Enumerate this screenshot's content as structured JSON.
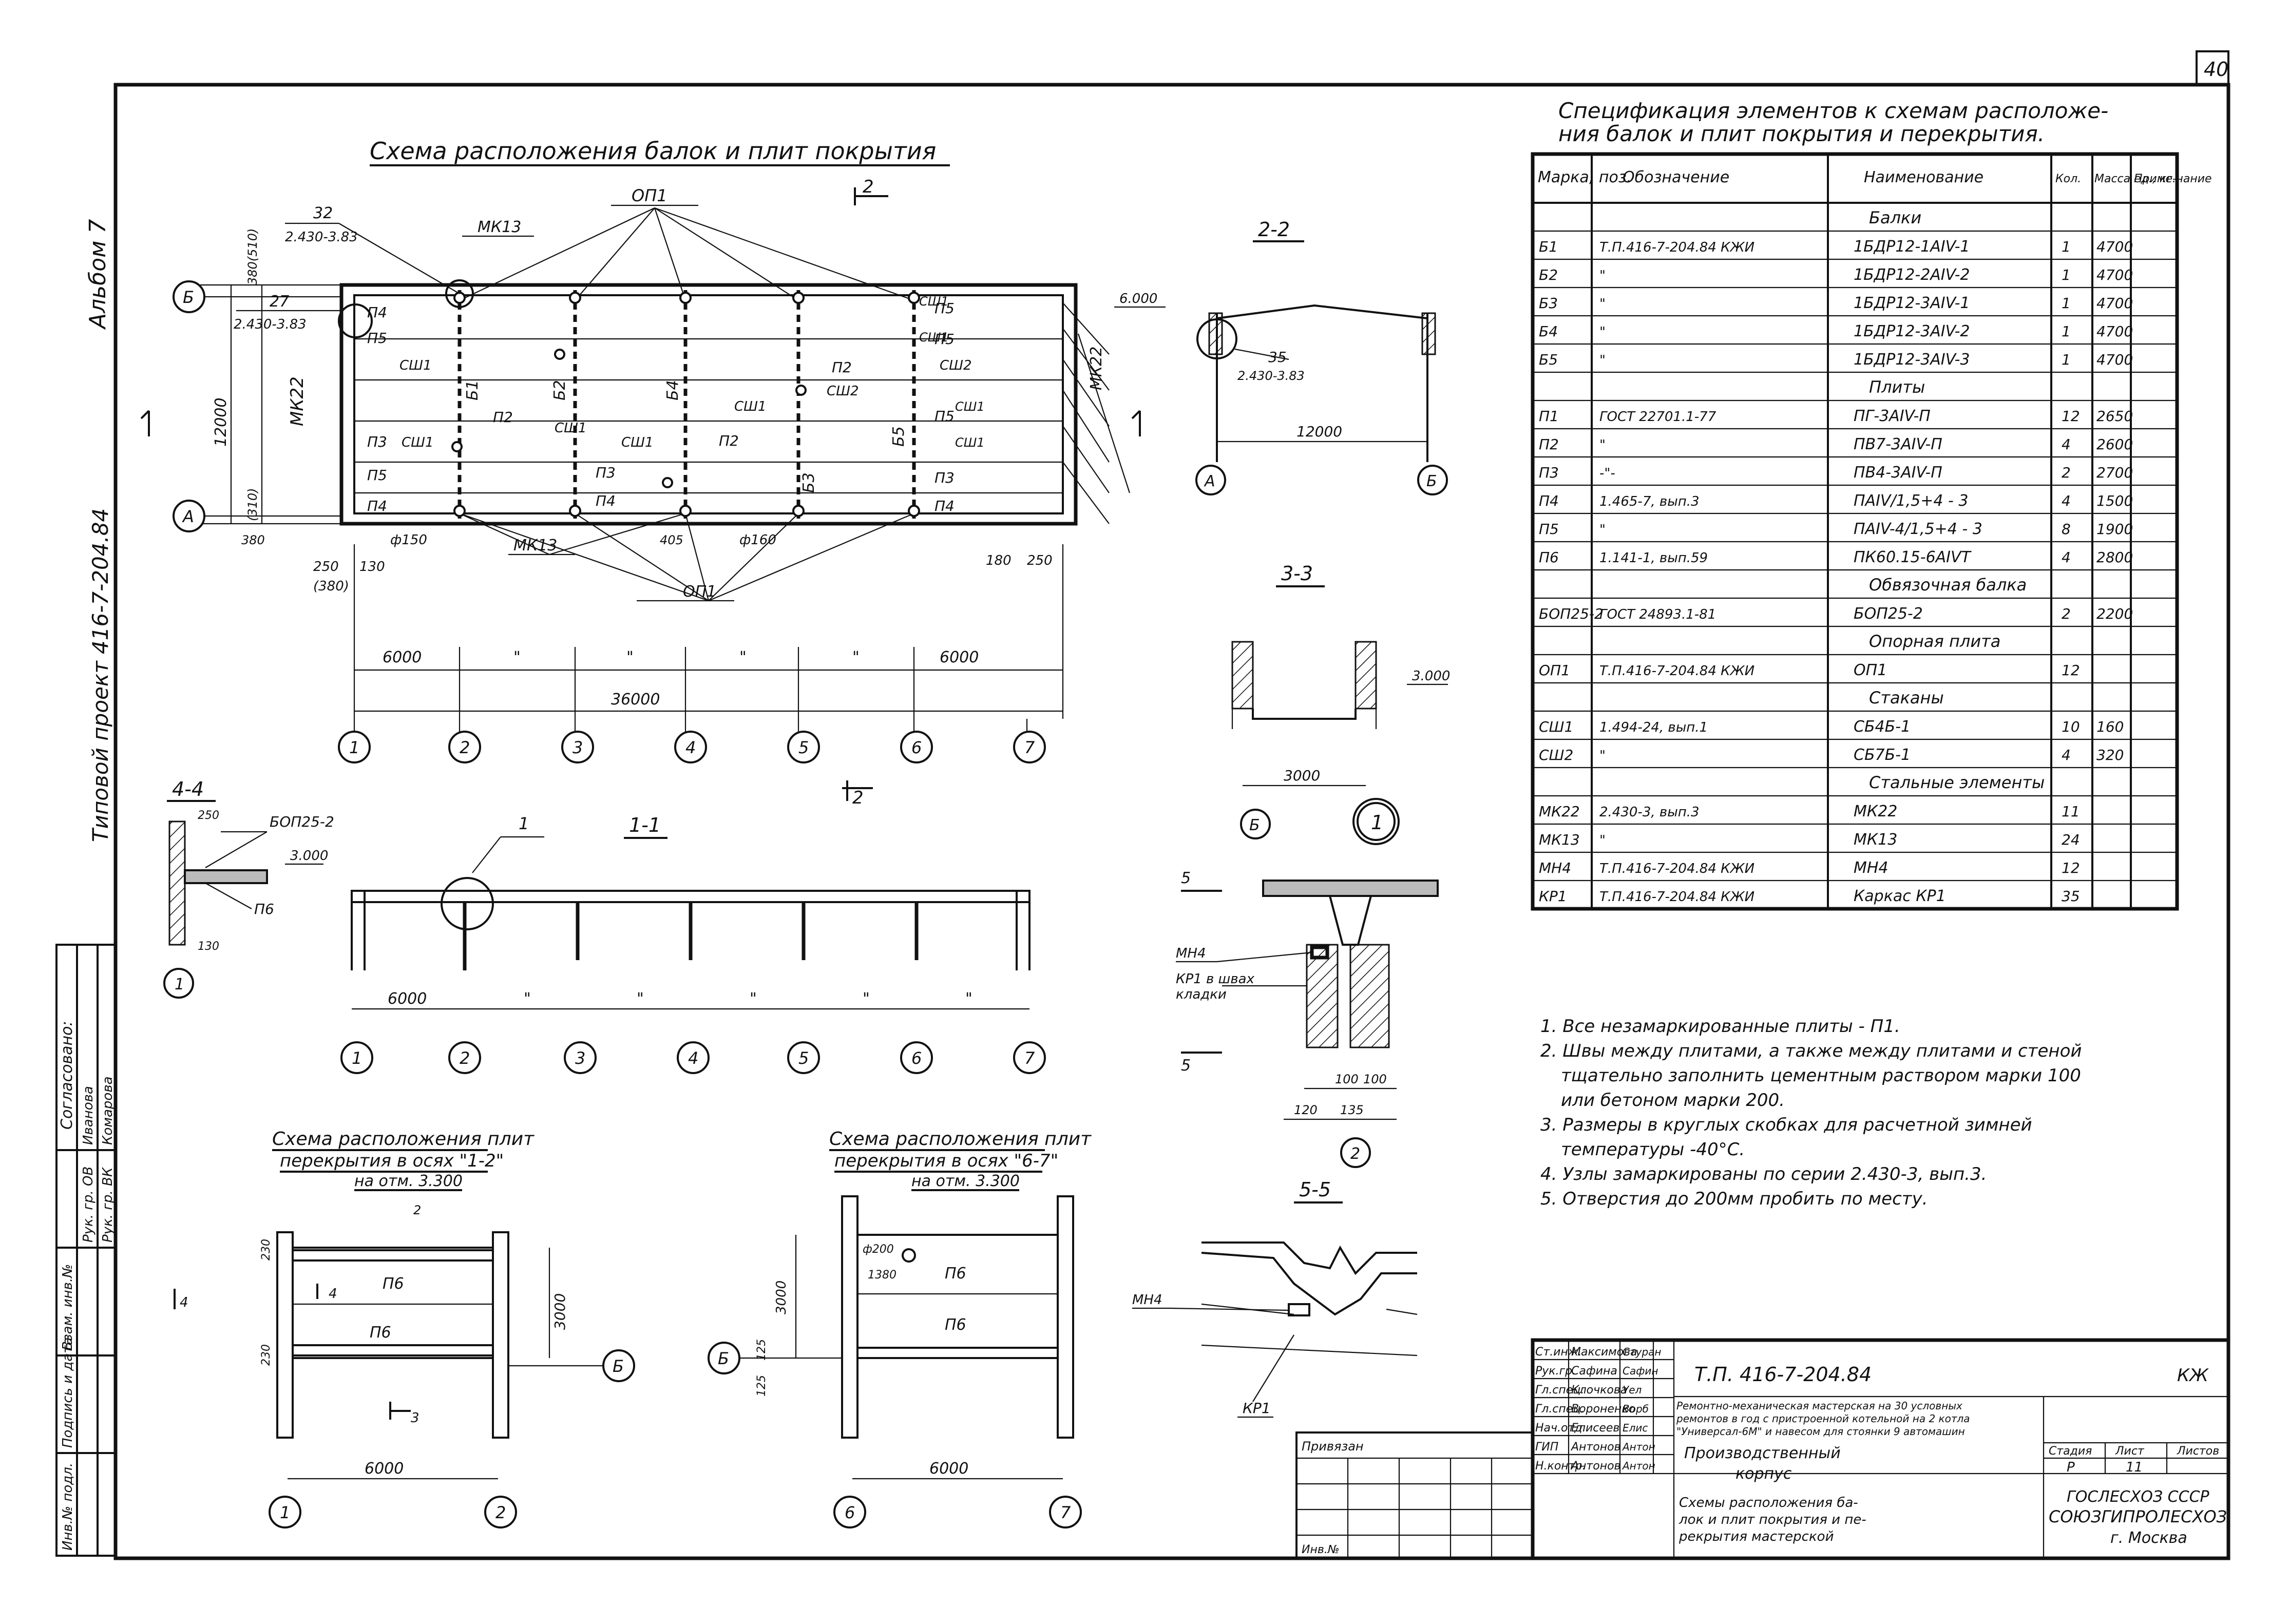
{
  "sheet_number": "40",
  "album_label": "Альбом 7",
  "project_label": "Типовой проект 416-7-204.84",
  "plan_title": "Схема расположения балок и плит покрытия",
  "spec_title": "Спецификация элементов к схемам расположе-ния балок и плит покрытия и перекрытия.",
  "spec_table": {
    "headers": [
      "Марка, поз.",
      "Обозначение",
      "Наименование",
      "Кол.",
      "Масса ед., кг.",
      "Приме-чание"
    ],
    "groups": [
      {
        "title": "Балки",
        "rows": [
          [
            "Б1",
            "Т.П.416-7-204.84 КЖИ",
            "1БДР12-1АIV-1",
            "1",
            "4700",
            ""
          ],
          [
            "Б2",
            "\"",
            "1БДР12-2АIV-2",
            "1",
            "4700",
            ""
          ],
          [
            "Б3",
            "\"",
            "1БДР12-3АIV-1",
            "1",
            "4700",
            ""
          ],
          [
            "Б4",
            "\"",
            "1БДР12-3АIV-2",
            "1",
            "4700",
            ""
          ],
          [
            "Б5",
            "\"",
            "1БДР12-3АIV-3",
            "1",
            "4700",
            ""
          ]
        ]
      },
      {
        "title": "Плиты",
        "rows": [
          [
            "П1",
            "ГОСТ 22701.1-77",
            "ПГ-3АIV-П",
            "12",
            "2650",
            ""
          ],
          [
            "П2",
            "\"",
            "ПВ7-3АIV-П",
            "4",
            "2600",
            ""
          ],
          [
            "П3",
            "-\"-",
            "ПВ4-3АIV-П",
            "2",
            "2700",
            ""
          ],
          [
            "П4",
            "1.465-7, вып.3",
            "ПАIV/1,5+4 - 3",
            "4",
            "1500",
            ""
          ],
          [
            "П5",
            "\"",
            "ПАIV-4/1,5+4 - 3",
            "8",
            "1900",
            ""
          ],
          [
            "П6",
            "1.141-1, вып.59",
            "ПК60.15-6АIVТ",
            "4",
            "2800",
            ""
          ]
        ]
      },
      {
        "title": "Обвязочная балка",
        "rows": [
          [
            "БОП25-2",
            "ГОСТ 24893.1-81",
            "БОП25-2",
            "2",
            "2200",
            ""
          ]
        ]
      },
      {
        "title": "Опорная плита",
        "rows": [
          [
            "ОП1",
            "Т.П.416-7-204.84 КЖИ",
            "ОП1",
            "12",
            "",
            ""
          ]
        ]
      },
      {
        "title": "Стаканы",
        "rows": [
          [
            "СШ1",
            "1.494-24, вып.1",
            "СБ4Б-1",
            "10",
            "160",
            ""
          ],
          [
            "СШ2",
            "\"",
            "СБ7Б-1",
            "4",
            "320",
            ""
          ]
        ]
      },
      {
        "title": "Стальные элементы",
        "rows": [
          [
            "МК22",
            "2.430-3, вып.3",
            "МК22",
            "11",
            "",
            ""
          ],
          [
            "МК13",
            "\"",
            "МК13",
            "24",
            "",
            ""
          ],
          [
            "МН4",
            "Т.П.416-7-204.84 КЖИ",
            "МН4",
            "12",
            "",
            ""
          ],
          [
            "КР1",
            "Т.П.416-7-204.84 КЖИ",
            "Каркас КР1",
            "35",
            "",
            ""
          ]
        ]
      }
    ]
  },
  "notes": [
    "1. Все незамаркированные плиты - П1.",
    "2. Швы между плитами, а также между плитами и стеной",
    "тщательно заполнить цементным раствором марки 100",
    "или бетоном марки 200.",
    "3. Размеры в круглых скобках для расчетной зимней",
    "температуры -40°С.",
    "4. Узлы замаркированы по серии 2.430-3, вып.3.",
    "5. Отверстия до 200мм пробить по месту."
  ],
  "plan": {
    "axes_numbers": [
      "1",
      "2",
      "3",
      "4",
      "5",
      "6",
      "7"
    ],
    "axes_letters": [
      "А",
      "Б"
    ],
    "beams": [
      "Б1",
      "Б2",
      "Б4",
      "Б3",
      "Б5"
    ],
    "labels": [
      "ОП1",
      "МК13",
      "МК22",
      "П4",
      "П5",
      "П3",
      "П2",
      "П5",
      "П4",
      "СШ1",
      "СШ2",
      "ф150",
      "ф160"
    ],
    "dims": {
      "span": "6000",
      "span_mid": "\"",
      "total": "36000",
      "height": "12000",
      "d250": "250",
      "d380": "(380)",
      "d130": "130",
      "d380b": "380",
      "d310": "(310)",
      "d380t": "380(510)",
      "d405": "405",
      "d180": "180"
    },
    "node_32": "32",
    "node_32_ref": "2.430-3.83",
    "node_27": "27",
    "node_27_ref": "2.430-3.83",
    "section_mark": "2"
  },
  "section_2_2": {
    "title": "2-2",
    "elev": "6.000",
    "node": "35",
    "node_ref": "2.430-3.83",
    "dim": "12000",
    "axes": [
      "А",
      "Б"
    ]
  },
  "section_3_3": {
    "title": "3-3",
    "elev": "3.000",
    "dim": "3000",
    "axis": "Б"
  },
  "section_4_4": {
    "title": "4-4",
    "label": "БОП25-2",
    "d": "250",
    "elev": "3.000",
    "p": "П6",
    "d130": "130",
    "axis": "1"
  },
  "section_1_1": {
    "title": "1-1",
    "node": "1",
    "span": "6000",
    "mark": "\"",
    "axes": [
      "1",
      "2",
      "3",
      "4",
      "5",
      "6",
      "7"
    ]
  },
  "node_1": {
    "title": "1",
    "labels": [
      "МН4",
      "КР1 в швах кладки"
    ],
    "dims": [
      "100",
      "100",
      "120",
      "135"
    ],
    "axis": "2",
    "mark": "5"
  },
  "section_5_5": {
    "title": "5-5",
    "labels": [
      "МН4",
      "КР1"
    ]
  },
  "floor_12": {
    "title": "Схема расположения плит перекрытия в осях \"1-2\" на отм. 3.300",
    "label": "П6",
    "dims": [
      "230",
      "230",
      "3000",
      "6000"
    ],
    "axes": [
      "1",
      "2",
      "Б"
    ],
    "marks": [
      "4",
      "3",
      "2"
    ]
  },
  "floor_67": {
    "title": "Схема расположения плит перекрытия в осях \"6-7\" на отм. 3.300",
    "label": "П6",
    "dims": [
      "ф200",
      "1380",
      "3000",
      "125",
      "125"
    ],
    "axes": [
      "6",
      "7",
      "Б"
    ],
    "span": "6000"
  },
  "left_stamp": [
    "Согласовано:",
    "Рук. гр. ОВ",
    "Рук. гр. ВК",
    "Иванова",
    "Комарова",
    "Взам. инв.№",
    "Подпись и дата",
    "Инв.№ подл."
  ],
  "title_block": {
    "code": "Т.П. 416-7-204.84",
    "mark": "КЖ",
    "roles": [
      "Ст.инж.",
      "Рук.гр.",
      "Гл.спец.",
      "Гл.спец.",
      "Нач.отд.",
      "ГИП",
      "Н.контр."
    ],
    "names": [
      "Максимова",
      "Сафина",
      "Клочкова",
      "Вороненко",
      "Елисеев",
      "Антонов",
      "Антонов"
    ],
    "signatures": [
      "Стуран",
      "Сафин",
      "Уел",
      "Ворб",
      "Елис",
      "Антон",
      "Антон"
    ],
    "desc": "Ремонтно-механическая мастерская на 30 условных ремонтов в год с пристроенной котельной на 2 котла \"Универсал-6М\" и навесом для стоянки 9 автомашин",
    "building": "Производственный корпус",
    "stage_h": "Стадия",
    "sheet_h": "Лист",
    "sheets_h": "Листов",
    "stage": "Р",
    "sheet": "11",
    "sheets": "",
    "sheet_title": "Схемы расположения балок и плит покрытия и перекрытия мастерской",
    "org": "ГОСЛЕСХОЗ СССР СОЮЗГИПРОЛЕСХОЗ г. Москва",
    "privyazan": "Привязан",
    "inv": "Инв.№"
  }
}
